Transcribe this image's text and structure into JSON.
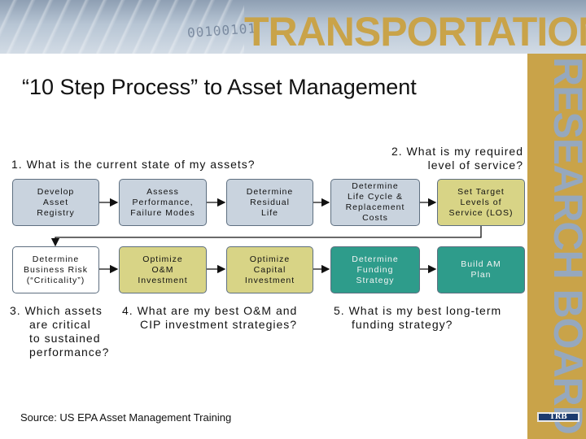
{
  "header": {
    "banner_word": "TRANSPORTATION",
    "binary_text": "00100101",
    "sidebar_word": "RESEARCH BOARD",
    "logo_text": "TRB"
  },
  "title": "“10 Step Process” to Asset Management",
  "questions": {
    "q1": "1. What is the current state of my assets?",
    "q2": [
      "2. What is my required",
      "level of service?"
    ],
    "q3": [
      "3. Which assets",
      "are critical",
      "to sustained",
      "performance?"
    ],
    "q4": [
      "4. What are my best O&M and",
      "CIP investment strategies?"
    ],
    "q5": [
      "5. What is my best long-term",
      "funding strategy?"
    ]
  },
  "steps_row1": [
    [
      "Develop",
      "Asset",
      "Registry"
    ],
    [
      "Assess",
      "Performance,",
      "Failure Modes"
    ],
    [
      "Determine",
      "Residual",
      "Life"
    ],
    [
      "Determine",
      "Life Cycle &",
      "Replacement",
      "Costs"
    ],
    [
      "Set Target",
      "Levels of",
      "Service (LOS)"
    ]
  ],
  "steps_row2": [
    [
      "Determine",
      "Business Risk",
      "(“Criticality”)"
    ],
    [
      "Optimize",
      "O&M",
      "Investment"
    ],
    [
      "Optimize",
      "Capital",
      "Investment"
    ],
    [
      "Determine",
      "Funding",
      "Strategy"
    ],
    [
      "Build AM",
      "Plan"
    ]
  ],
  "colors": {
    "gray_box": "#c9d3de",
    "olive_box": "#d8d486",
    "teal_box": "#2e9c8b",
    "gold": "#c9a349"
  },
  "source": "Source: US EPA Asset Management Training"
}
